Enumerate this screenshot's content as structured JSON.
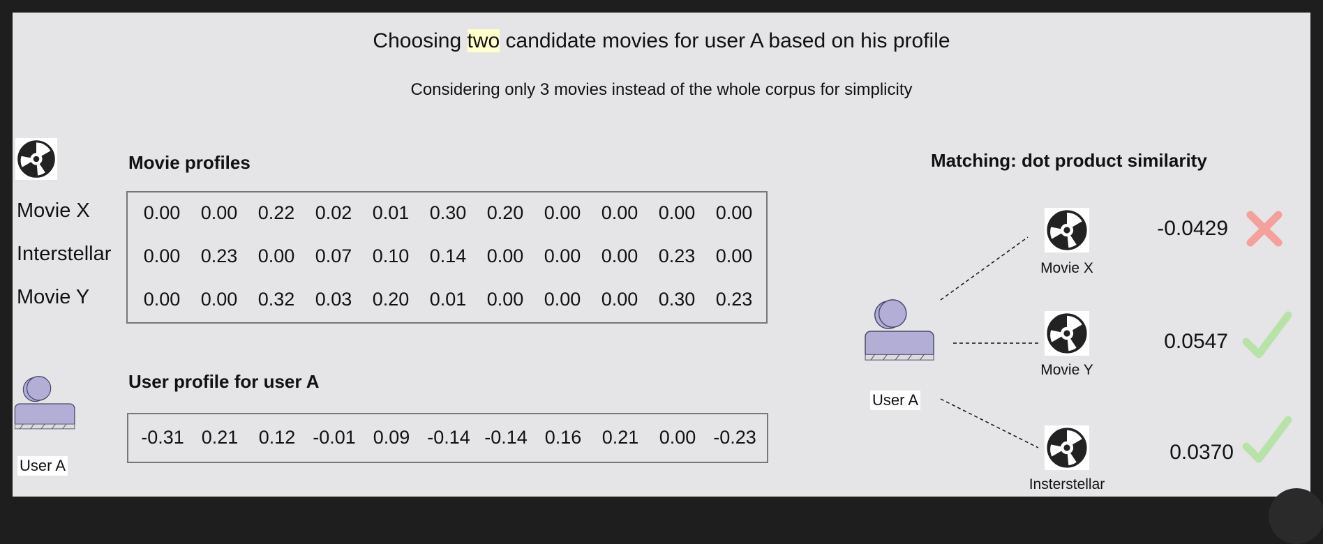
{
  "title": {
    "before": "Choosing ",
    "highlight": "two",
    "after": " candidate movies for user A based on his profile"
  },
  "subtitle": "Considering only 3 movies instead of the whole corpus for simplicity",
  "movie_profiles": {
    "heading": "Movie profiles",
    "rows": [
      {
        "label": "Movie X",
        "values": [
          "0.00",
          "0.00",
          "0.22",
          "0.02",
          "0.01",
          "0.30",
          "0.20",
          "0.00",
          "0.00",
          "0.00",
          "0.00"
        ]
      },
      {
        "label": "Interstellar",
        "values": [
          "0.00",
          "0.23",
          "0.00",
          "0.07",
          "0.10",
          "0.14",
          "0.00",
          "0.00",
          "0.00",
          "0.23",
          "0.00"
        ]
      },
      {
        "label": "Movie Y",
        "values": [
          "0.00",
          "0.00",
          "0.32",
          "0.03",
          "0.20",
          "0.01",
          "0.00",
          "0.00",
          "0.00",
          "0.30",
          "0.23"
        ]
      }
    ]
  },
  "user_profile": {
    "heading": "User profile for user A",
    "label": "User A",
    "values": [
      "-0.31",
      "0.21",
      "0.12",
      "-0.01",
      "0.09",
      "-0.14",
      "-0.14",
      "0.16",
      "0.21",
      "0.00",
      "-0.23"
    ]
  },
  "matching": {
    "heading": "Matching: dot product similarity",
    "user_label": "User A",
    "results": [
      {
        "movie": "Movie X",
        "score": "-0.0429",
        "selected": false
      },
      {
        "movie": "Movie Y",
        "score": "0.0547",
        "selected": true
      },
      {
        "movie": "Insterstellar",
        "score": "0.0370",
        "selected": true
      }
    ]
  },
  "icons": {
    "movie": "film-reel-icon",
    "user": "user-icon",
    "reject": "cross-icon",
    "accept": "checkmark-icon"
  },
  "colors": {
    "background": "#e5e5e7",
    "user_fill": "#b3aed6",
    "user_stroke": "#4a4a6a",
    "reject": "#f4a09c",
    "accept": "#b8e3a8",
    "highlight": "#ffffcc"
  }
}
